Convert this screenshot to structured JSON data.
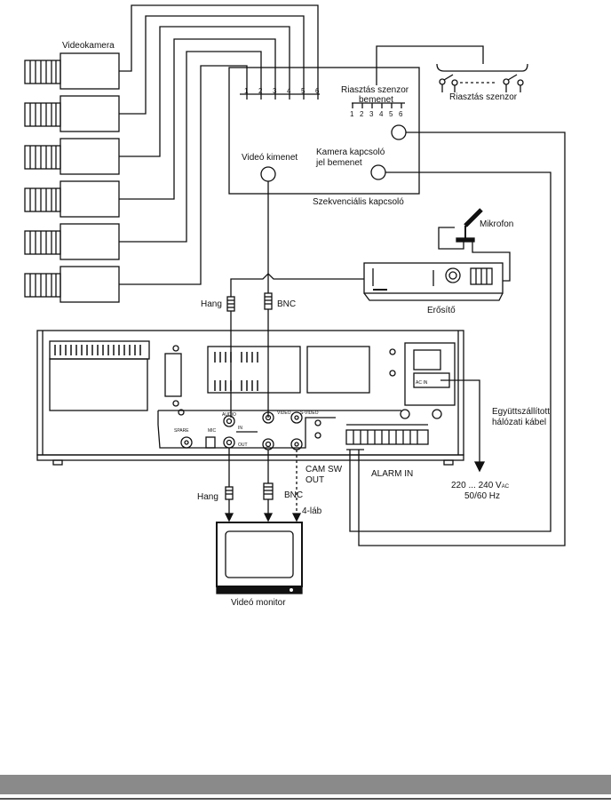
{
  "labels": {
    "videocamera": "Videokamera",
    "alarm_sensor_input_1": "Riasztás szenzor",
    "alarm_sensor_input_2": "bemenet",
    "alarm_sensor": "Riasztás szenzor",
    "video_output": "Videó kimenet",
    "camera_switch_input_1": "Kamera kapcsoló",
    "camera_switch_input_2": "jel bemenet",
    "sequential_switch": "Szekvenciális kapcsoló",
    "microphone": "Mikrofon",
    "amplifier": "Erősítő",
    "audio_top": "Hang",
    "bnc_top": "BNC",
    "supplied_cable_1": "Együttszállított",
    "supplied_cable_2": "hálózati kábel",
    "cam_sw_out_1": "CAM SW",
    "cam_sw_out_2": "OUT",
    "alarm_in": "ALARM IN",
    "audio_bottom": "Hang",
    "bnc_bottom": "BNC",
    "four_pin": "4-láb",
    "power_voltage": "220 ... 240 V",
    "power_voltage_sub": "AC",
    "power_freq": "50/60 Hz",
    "video_monitor": "Videó monitor"
  },
  "switch_terminals": [
    "1",
    "2",
    "3",
    "4",
    "5",
    "6"
  ],
  "alarm_input_terminals": [
    "1",
    "2",
    "3",
    "4",
    "5",
    "6"
  ],
  "vcr_panel": {
    "audio": "AUDIO",
    "video": "VIDEO",
    "svideo": "S-VIDEO",
    "in": "IN",
    "out": "OUT",
    "spare": "SPARE",
    "mic": "MIC",
    "ac_in": "AC IN"
  }
}
